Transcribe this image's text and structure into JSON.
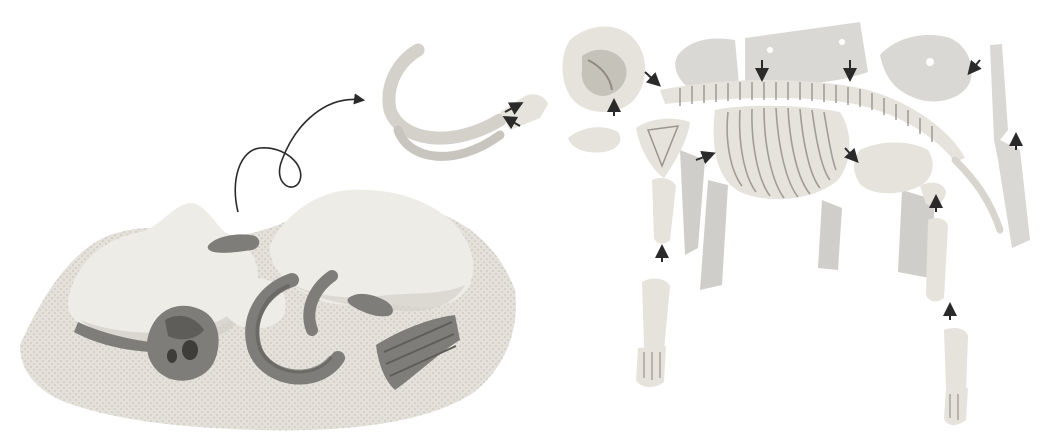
{
  "scene": {
    "colors": {
      "background": "#ffffff",
      "sand": "#e4e1da",
      "sand_shadow": "#c9c5bc",
      "rock": "#eeece6",
      "rock_shadow": "#d2cfc7",
      "dark_bone": "#7f7d7a",
      "dark_bone_shadow": "#5f5d5a",
      "bone": "#e6e3dc",
      "bone_shadow": "#bdb9b0",
      "ghost": "#d9d8d5",
      "ghost_dark": "#cfcecb",
      "arrow": "#2a2a2a"
    },
    "icons": [
      "sand-mound",
      "buried-fossil-pieces",
      "curved-motion-arrow",
      "skull-with-tusks",
      "spine-and-ribcage",
      "leg-bones",
      "assembly-arrows"
    ]
  }
}
